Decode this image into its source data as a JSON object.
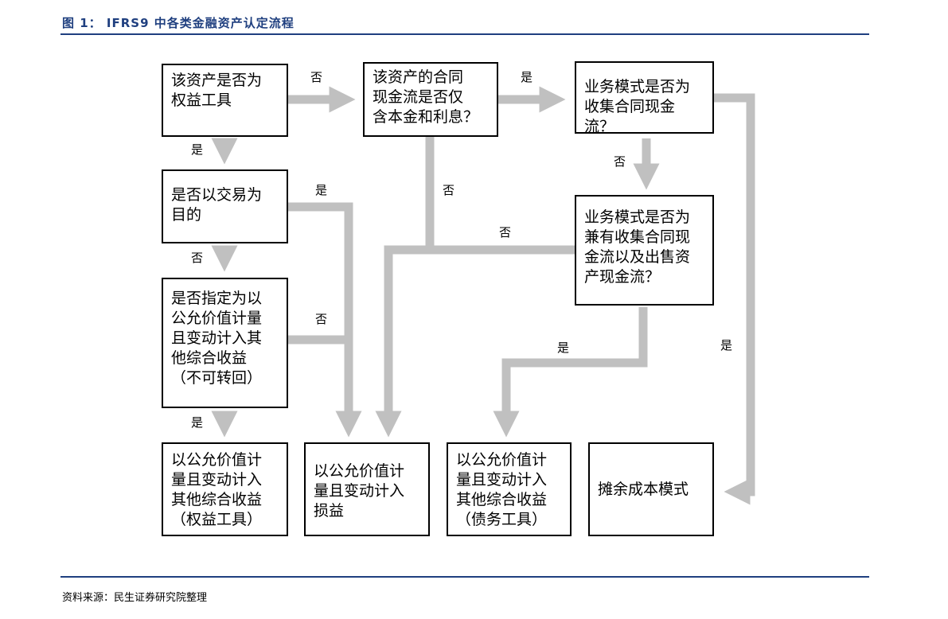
{
  "header": {
    "title": "图 1： IFRS9 中各类金融资产认定流程"
  },
  "nodes": {
    "equity_q": "该资产是否为\n权益工具",
    "cashflow_q": "该资产的合同\n现金流是否仅\n含本金和利息？",
    "model_collect_q": "业务模式是否为\n收集合同现金流？",
    "trading_q": "是否以交易为\n目的",
    "model_both_q": "业务模式是否为\n兼有收集合同现\n金流以及出售资\n产现金流？",
    "fvoci_designate_q": "是否指定为以\n公允价值计量\n且变动计入其\n他综合收益\n（不可转回）",
    "out_fvoci_equity": "以公允价值计\n量且变动计入\n其他综合收益\n（权益工具）",
    "out_fvtpl": "以公允价值计\n量且变动计入\n损益",
    "out_fvoci_debt": "以公允价值计\n量且变动计入\n其他综合收益\n（债务工具）",
    "out_amortized": "摊余成本模式"
  },
  "edges": {
    "equity_no": "否",
    "cashflow_yes": "是",
    "equity_yes": "是",
    "trading_yes": "是",
    "cashflow_no": "否",
    "model_collect_no": "否",
    "model_both_no": "否",
    "trading_no": "否",
    "designate_no": "否",
    "model_both_yes": "是",
    "model_collect_yes": "是",
    "designate_yes": "是"
  },
  "footer": {
    "source": "资料来源：民生证券研究院整理"
  },
  "colors": {
    "arrow": "#c0c0c0",
    "rule": "#1f3f7f",
    "border": "#000000"
  }
}
